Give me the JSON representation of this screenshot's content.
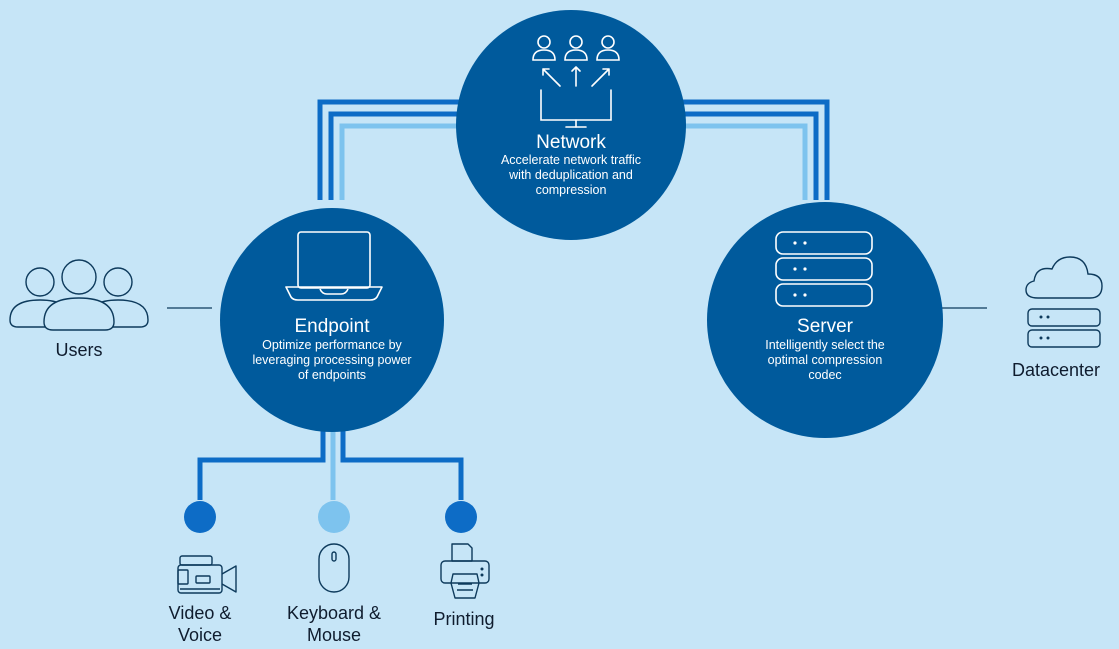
{
  "colors": {
    "background": "#c6e5f7",
    "node": "#005a9c",
    "line_dark": "#0d6cc6",
    "line_light": "#7dc3ee",
    "outline": "#0d3a5c"
  },
  "nodes": {
    "network": {
      "title": "Network",
      "description": "Accelerate network traffic with deduplication and compression",
      "icon": "users-distribution-monitor-icon"
    },
    "endpoint": {
      "title": "Endpoint",
      "description": "Optimize performance by leveraging processing power of endpoints",
      "icon": "laptop-icon"
    },
    "server": {
      "title": "Server",
      "description": "Intelligently select the optimal compression codec",
      "icon": "server-stack-icon"
    }
  },
  "externals": {
    "users": {
      "label": "Users",
      "icon": "users-group-icon"
    },
    "datacenter": {
      "label": "Datacenter",
      "icon": "cloud-server-icon"
    }
  },
  "peripherals": [
    {
      "label": "Video & Voice",
      "icon": "video-camera-icon"
    },
    {
      "label": "Keyboard & Mouse",
      "icon": "mouse-icon"
    },
    {
      "label": "Printing",
      "icon": "printer-icon"
    }
  ]
}
